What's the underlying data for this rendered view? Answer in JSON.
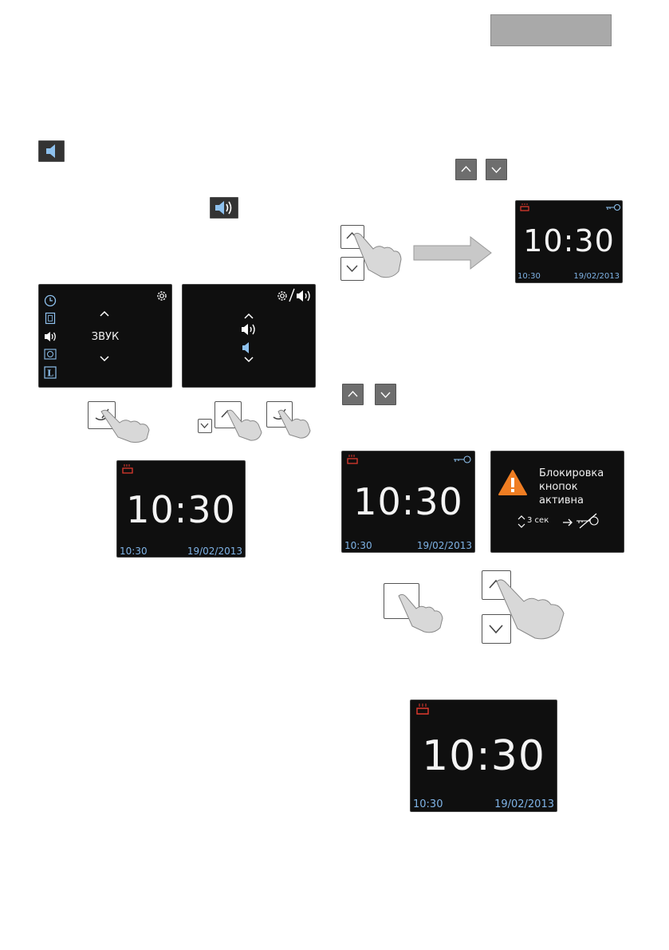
{
  "clock": {
    "time": "10:30",
    "footer_time": "10:30",
    "footer_date": "19/02/2013"
  },
  "menu": {
    "item_label": "ЗВУК"
  },
  "lock_screen": {
    "message_line1": "Блокировка",
    "message_line2": "кнопок",
    "message_line3": "активна",
    "hold_label": "3 сек"
  },
  "colors": {
    "accent_blue": "#7fb3e6",
    "warning_orange": "#ef7d22",
    "heating_red": "#e03a2f"
  },
  "icons": [
    "speaker-icon",
    "speaker-sound-icon",
    "clock-icon",
    "book-icon",
    "timer-icon",
    "lock-l-icon",
    "gear-icon",
    "up-chevron-icon",
    "down-chevron-icon",
    "key-icon",
    "warning-icon",
    "finger-icon"
  ]
}
